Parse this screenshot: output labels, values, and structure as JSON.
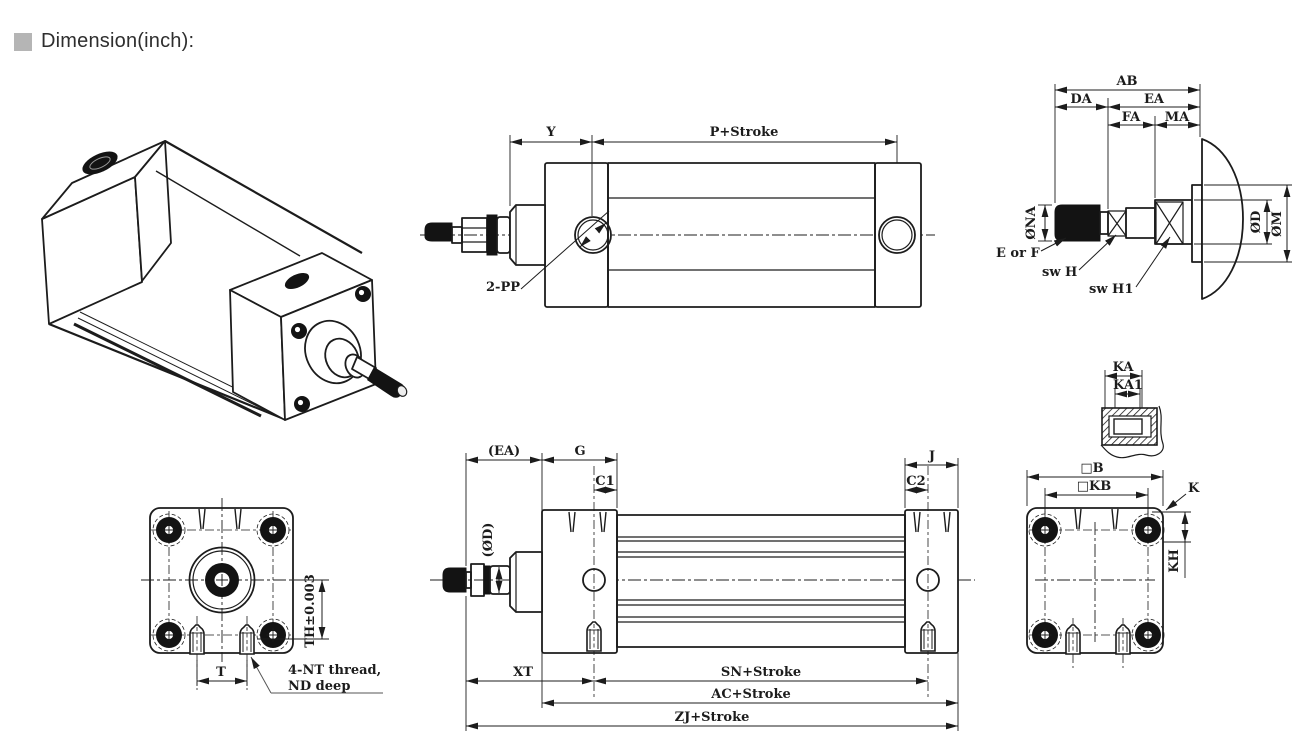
{
  "title": "Dimension(inch):",
  "colors": {
    "line": "#1c1c1c",
    "title_text": "#2e2e2e",
    "title_bullet": "#b5b5b5",
    "background": "#ffffff"
  },
  "views": {
    "isometric": {
      "name": "isometric-cylinder-preview"
    },
    "top_side": {
      "dims": {
        "y": "Y",
        "p_stroke": "P+Stroke"
      },
      "callouts": {
        "ports": "2-PP"
      }
    },
    "rod_end_detail": {
      "dims": {
        "ab": "AB",
        "da": "DA",
        "ea": "EA",
        "fa": "FA",
        "ma": "MA",
        "na": "ØNA",
        "d": "ØD",
        "m": "ØM"
      },
      "callouts": {
        "thread": "E or F",
        "wrench_flat": "sw H",
        "wrench_flat_1": "sw H1"
      }
    },
    "cushion_detail": {
      "dims": {
        "ka": "KA",
        "ka1": "KA1"
      }
    },
    "front": {
      "dims": {
        "th": "TH±0.003",
        "t": "T"
      },
      "callouts": {
        "thread_line1": "4-NT thread,",
        "thread_line2": "ND deep"
      }
    },
    "bottom_side": {
      "dims": {
        "ea": "(EA)",
        "g": "G",
        "c1": "C1",
        "j": "J",
        "c2": "C2",
        "d": "(ØD)",
        "xt": "XT",
        "sn": "SN+Stroke",
        "ac": "AC+Stroke",
        "zj": "ZJ+Stroke"
      }
    },
    "rear": {
      "dims": {
        "b": "□B",
        "kb": "□KB",
        "k": "K",
        "kh": "KH"
      }
    }
  }
}
